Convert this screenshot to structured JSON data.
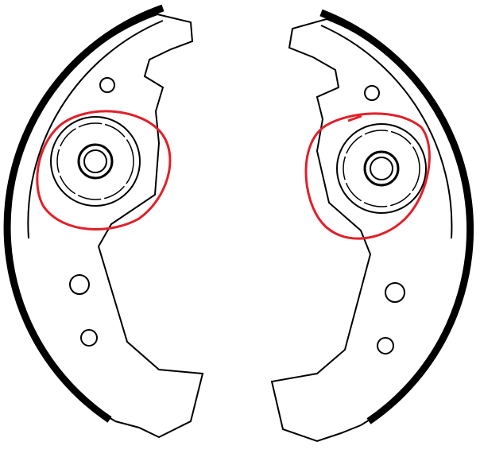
{
  "colors": {
    "line": "#000000",
    "highlight": "#e0202a",
    "background": "#ffffff"
  },
  "icons": [
    "brake-shoe-left",
    "brake-shoe-right",
    "highlight-circle-left",
    "highlight-circle-right"
  ]
}
